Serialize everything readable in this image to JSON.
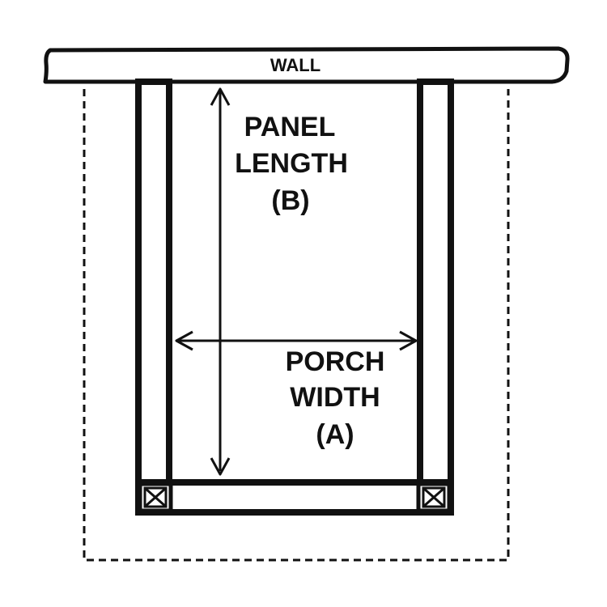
{
  "wall": {
    "label": "WALL"
  },
  "panel_length": {
    "line1": "PANEL",
    "line2": "LENGTH",
    "line3": "(B)"
  },
  "porch_width": {
    "line1": "PORCH",
    "line2": "WIDTH",
    "line3": "(A)"
  },
  "colors": {
    "ink": "#111111",
    "paper": "#ffffff"
  }
}
